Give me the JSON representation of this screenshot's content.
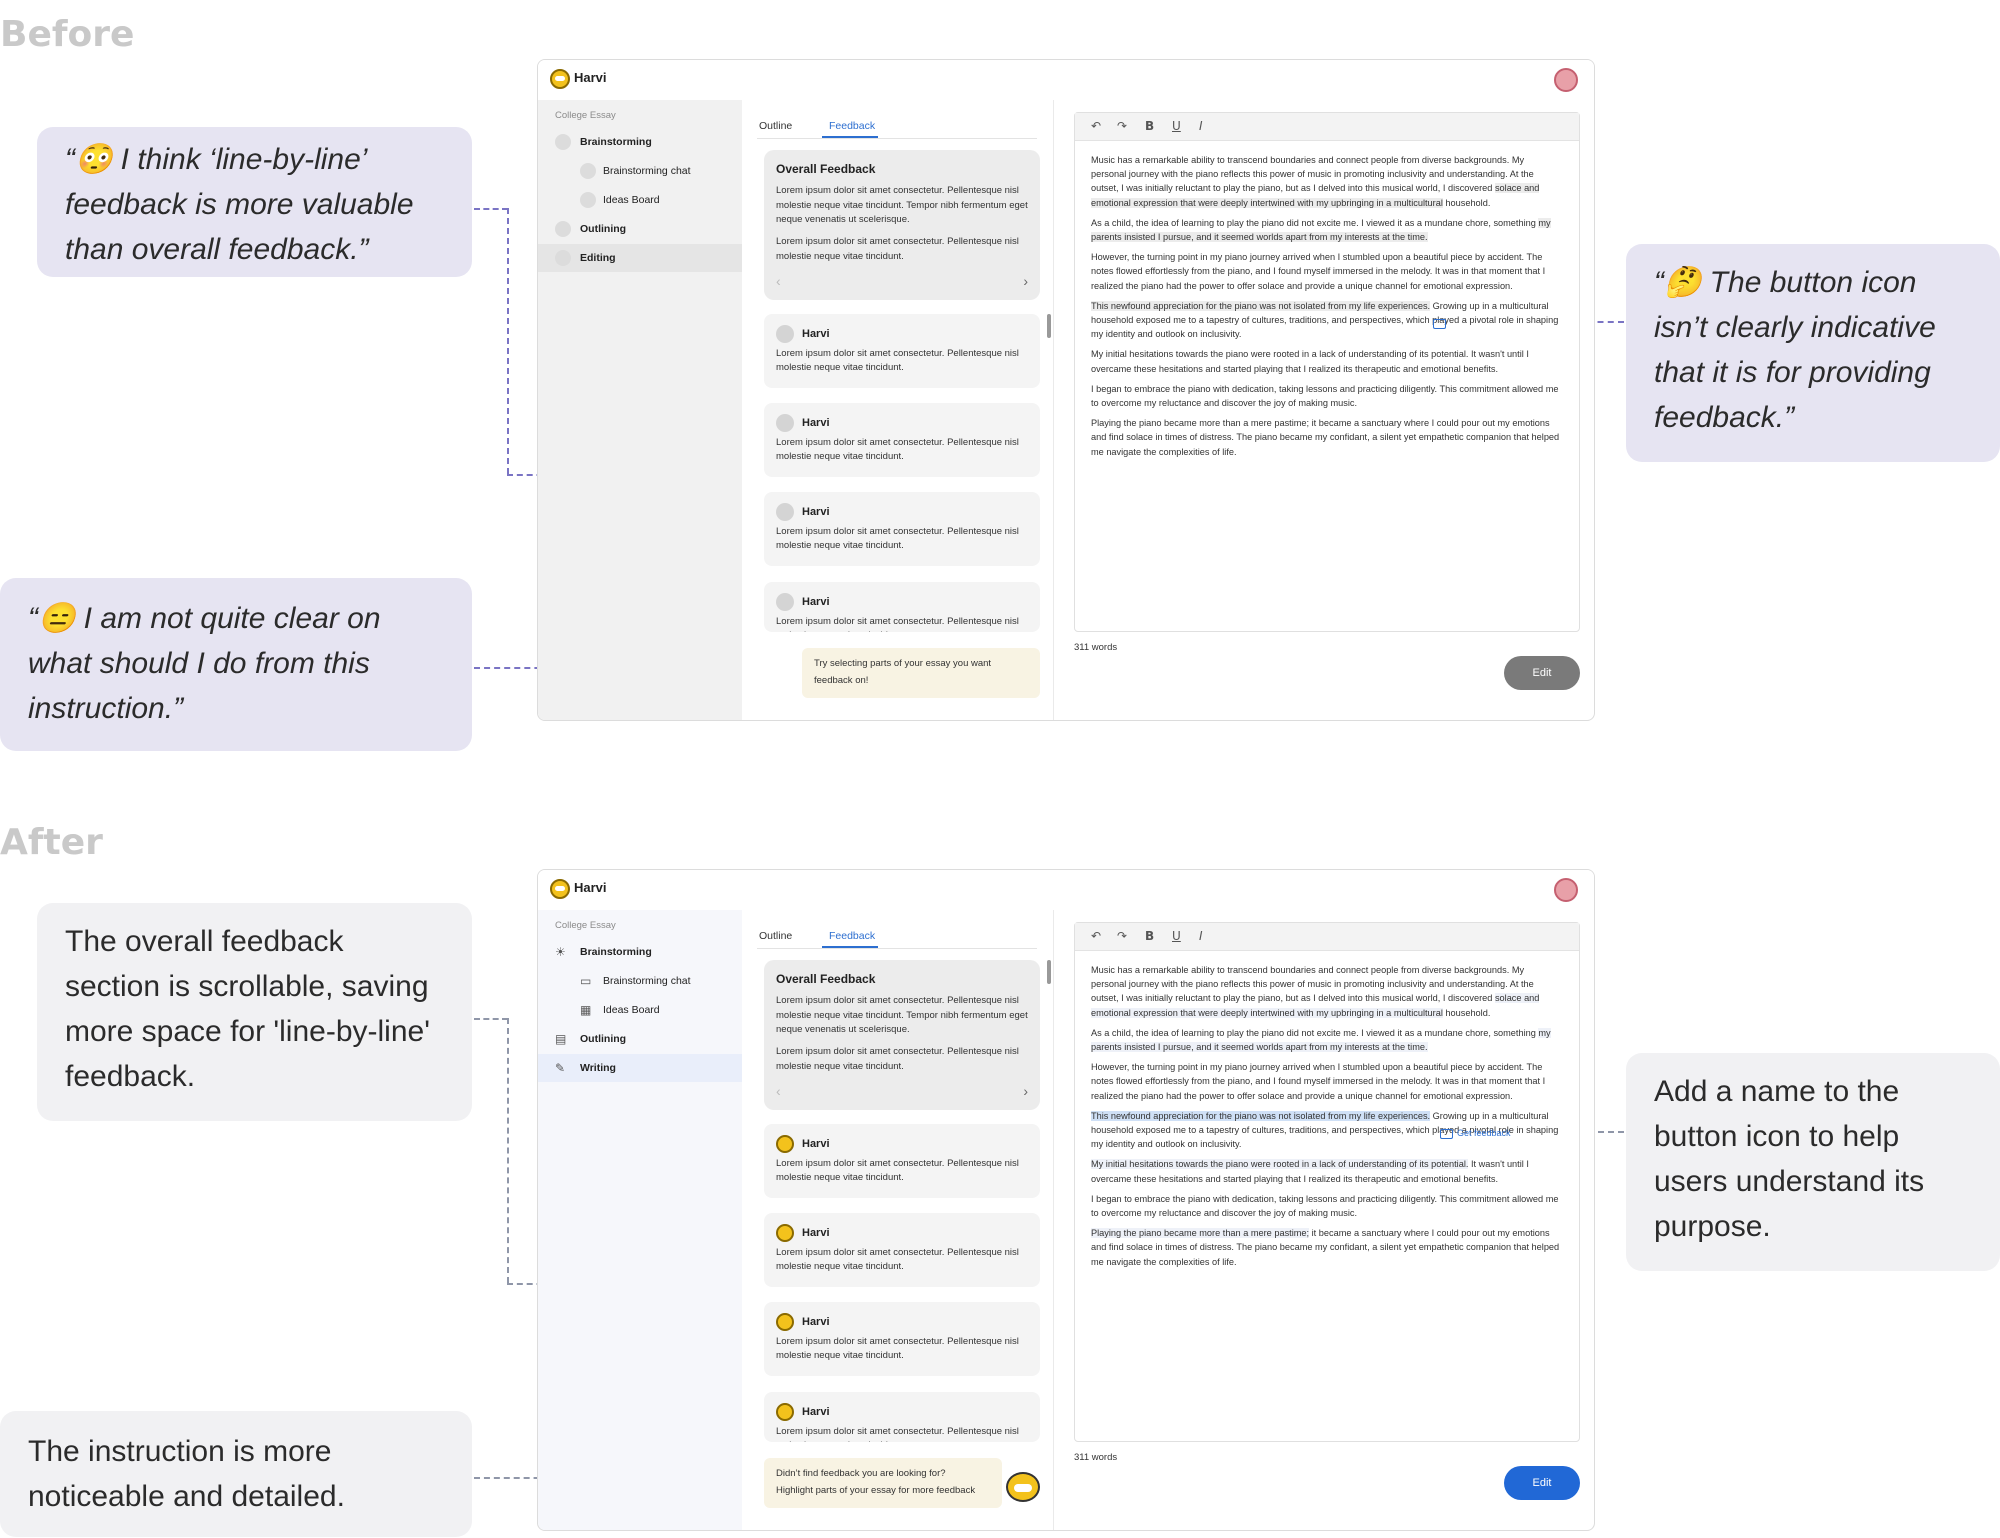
{
  "sections": {
    "before": "Before",
    "after": "After"
  },
  "callouts": {
    "before_1": "“😳 I think ‘line-by-line’ feedback is more valuable than overall feedback.”",
    "before_2": "“😑 I am not quite clear on what should I do from this instruction.”",
    "before_3": "“🤔 The button icon isn’t clearly indicative that it is for providing feedback.”",
    "after_1": "The overall feedback section is scrollable, saving more space for 'line-by-line' feedback.",
    "after_2": "The instruction is more noticeable and detailed.",
    "after_3": "Add a name to the button icon to help users understand its purpose."
  },
  "app": {
    "title": "Harvi",
    "breadcrumb": "College Essay",
    "nav_before": [
      "Brainstorming",
      "Brainstorming chat",
      "Ideas Board",
      "Outlining",
      "Editing"
    ],
    "nav_after": [
      "Brainstorming",
      "Brainstorming chat",
      "Ideas Board",
      "Outlining",
      "Writing"
    ],
    "tabs": [
      "Outline",
      "Feedback"
    ],
    "overall_title": "Overall Feedback",
    "overall_p1": "Lorem ipsum dolor sit amet consectetur. Pellentesque nisl molestie neque vitae tincidunt. Tempor nibh fermentum eget neque venenatis ut scelerisque.",
    "overall_p2": "Lorem ipsum dolor sit amet consectetur. Pellentesque nisl molestie neque vitae tincidunt.",
    "card_name": "Harvi",
    "card_text": "Lorem ipsum dolor sit amet consectetur. Pellentesque nisl molestie neque vitae tincidunt.",
    "hint_before_1": "Try selecting parts of your essay you want",
    "hint_before_2": "feedback on!",
    "hint_after_1": "Didn’t find feedback you are looking for?",
    "hint_after_2": "Highlight parts  of your essay for more feedback",
    "get_feedback": "Get feedback",
    "word_count": "311 words",
    "edit": "Edit",
    "toolbar": {
      "undo": "↶",
      "redo": "↷",
      "bold": "B",
      "underline": "U",
      "italic": "I"
    },
    "essay": {
      "p1a": "Music has a remarkable ability to transcend boundaries and connect people from diverse backgrounds. My personal journey with the piano reflects this power of music in promoting inclusivity and understanding. At the outset, I was initially reluctant to play the piano, but as I delved into this musical world, I discovered ",
      "p1b": "solace and emotional expression that were deeply intertwined with my upbringing in a multicultural",
      "p1c": " household.",
      "p2a": "As a child, the idea of learning to play the piano did not excite me. I viewed it as a mundane chore, something ",
      "p2b": "my parents insisted I pursue, and it seemed worlds apart from my interests at the time.",
      "p3": "However, the turning point in my piano journey arrived when I stumbled upon a beautiful piece by accident. The notes flowed effortlessly from the piano, and I found myself immersed in the melody. It was in that moment that I realized the piano had the power to offer solace and provide a unique channel for emotional expression.",
      "p4a": "This newfound appreciation for the piano was not isolated from my life experiences.",
      "p4b": " Growing up in a multicultural household exposed me to a tapestry of cultures, traditions, and perspectives, which played a pivotal role in shaping my identity and outlook on inclusivity.",
      "p5a": "My initial hesitations towards the piano were rooted in a lack of understanding of its potential.",
      "p5b": " It wasn't until I overcame these hesitations and started playing that I realized its therapeutic and emotional benefits.",
      "p6": "I began to embrace the piano with dedication, taking lessons and practicing diligently. This commitment allowed me to overcome my reluctance and discover the joy of making music.",
      "p7a": "Playing the piano became more than a mere pastime;",
      "p7b": " it became a sanctuary where I could pour out my emotions and find solace in times of distress. The piano became my confidant, a silent yet empathetic companion that helped me navigate the complexities of life."
    }
  }
}
